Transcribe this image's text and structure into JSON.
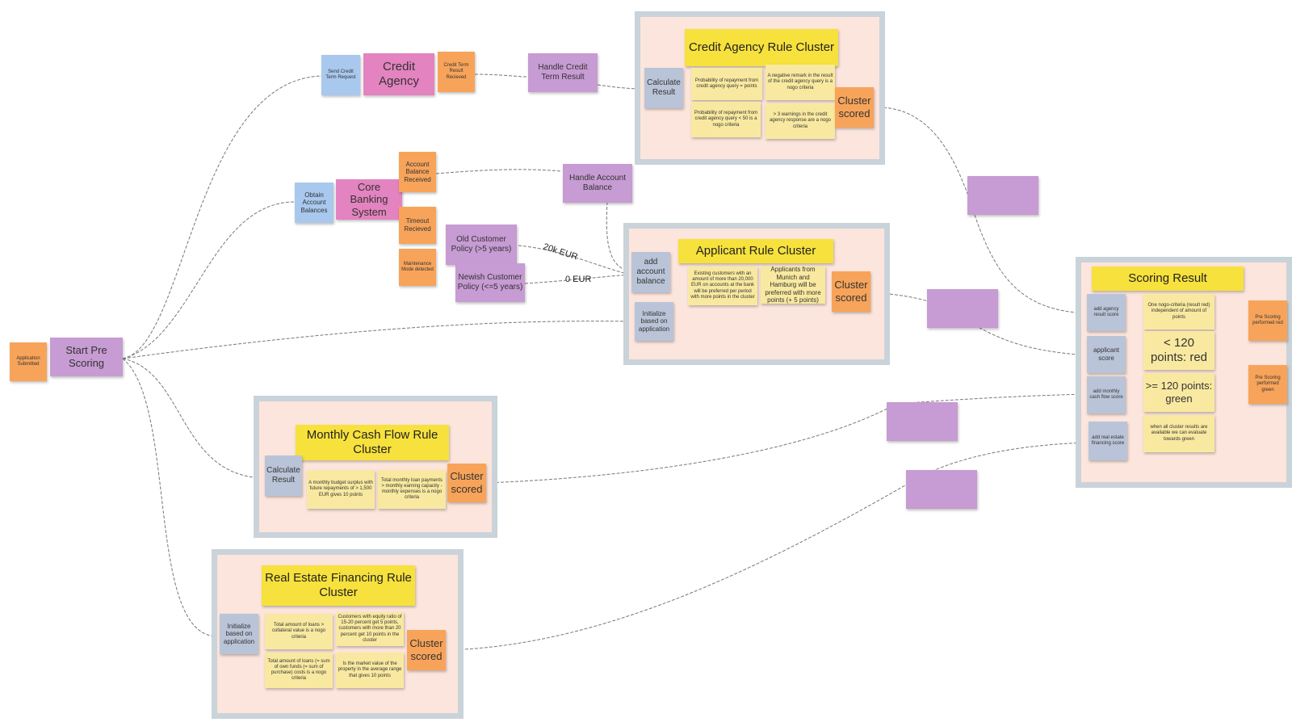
{
  "start": {
    "application_submitted": "Application Submitted",
    "start_pre_scoring": "Start Pre Scoring"
  },
  "credit": {
    "send_request": "Send Credit Term Request",
    "credit_agency": "Credit Agency",
    "result_received": "Credit Term Result Recieved",
    "handle_result": "Handle Credit Term Result"
  },
  "banking": {
    "obtain_balances": "Obtain Account Balances",
    "core_banking": "Core Banking System",
    "balance_received": "Account Balance Received",
    "timeout_received": "Timeout Recieved",
    "maintenance_mode": "Maintenance Mode detected",
    "handle_balance": "Handle Account Balance",
    "old_policy": "Old Customer Policy (>5 years)",
    "new_policy": "Newish Customer Policy (<=5 years)",
    "edge_20k": "20k EUR",
    "edge_0": "0 EUR"
  },
  "credit_cluster": {
    "title": "Credit Agency Rule Cluster",
    "calculate": "Calculate Result",
    "rule1": "Probability of repayment from credit agency query = points",
    "rule2": "A negative remark in the result of the credit agency query is a nogo criteria",
    "rule3": "Probability of repayment from credit agency query < 50 is a nogo criteria",
    "rule4": "> 3 warnings in the credit agency response are a nogo criteria",
    "scored": "Cluster scored"
  },
  "applicant_cluster": {
    "title": "Applicant Rule Cluster",
    "add_balance": "add account balance",
    "initialize": "Initialize based on application",
    "rule1": "Existing customers with an amount of more than 20,000 EUR on accounts at the bank will be preferred per period with more points in the cluster",
    "rule2": "Applicants from Munich and Hamburg will be preferred with more points (+ 5 points)",
    "scored": "Cluster scored"
  },
  "cashflow_cluster": {
    "title": "Monthly Cash Flow Rule Cluster",
    "calculate": "Calculate Result",
    "rule1": "A monthly budget surplus with future repayments of > 1,500 EUR gives 10 points",
    "rule2": "Total monthly loan payments > monthly earning capacity - monthly expenses is a nogo criteria",
    "scored": "Cluster scored"
  },
  "realestate_cluster": {
    "title": "Real Estate Financing Rule Cluster",
    "initialize": "Initialize based on application",
    "rule1": "Total amount of loans > collateral value is a nogo criteria",
    "rule2": "Customers with equity ratio of 15-20 percent get 5 points, customers with more than 20 percent get 10 points in the cluster",
    "rule3": "Total amount of loans (= sum of own funds (= sum of purchase) costs is a nogo criteria",
    "rule4": "Is the market value of the property in the average range that gives 10 points",
    "scored": "Cluster scored"
  },
  "scoring": {
    "title": "Scoring Result",
    "credit_score": "add agency result score",
    "applicant_score": "applicant score",
    "cashflow_score": "add monthly cash flow score",
    "realestate_score": "add real estate financing score",
    "nogo": "One nogo-criteria (result red) independent of amount of points",
    "lt120": "< 120 points: red",
    "gte120": ">= 120 points: green",
    "all_results": "when all cluster results are available we can evaluate towards green",
    "red_out": "Pre Scoring performed red",
    "green_out": "Pre Scoring performed green"
  },
  "colors": {
    "orange": "#f7a45a",
    "pink": "#e383bf",
    "purple": "#c79bd3",
    "blue": "#a9c8ee",
    "yellow": "#f7e13c",
    "cluster_bg": "#fce5dc",
    "cluster_border": "#c9d3d9"
  }
}
